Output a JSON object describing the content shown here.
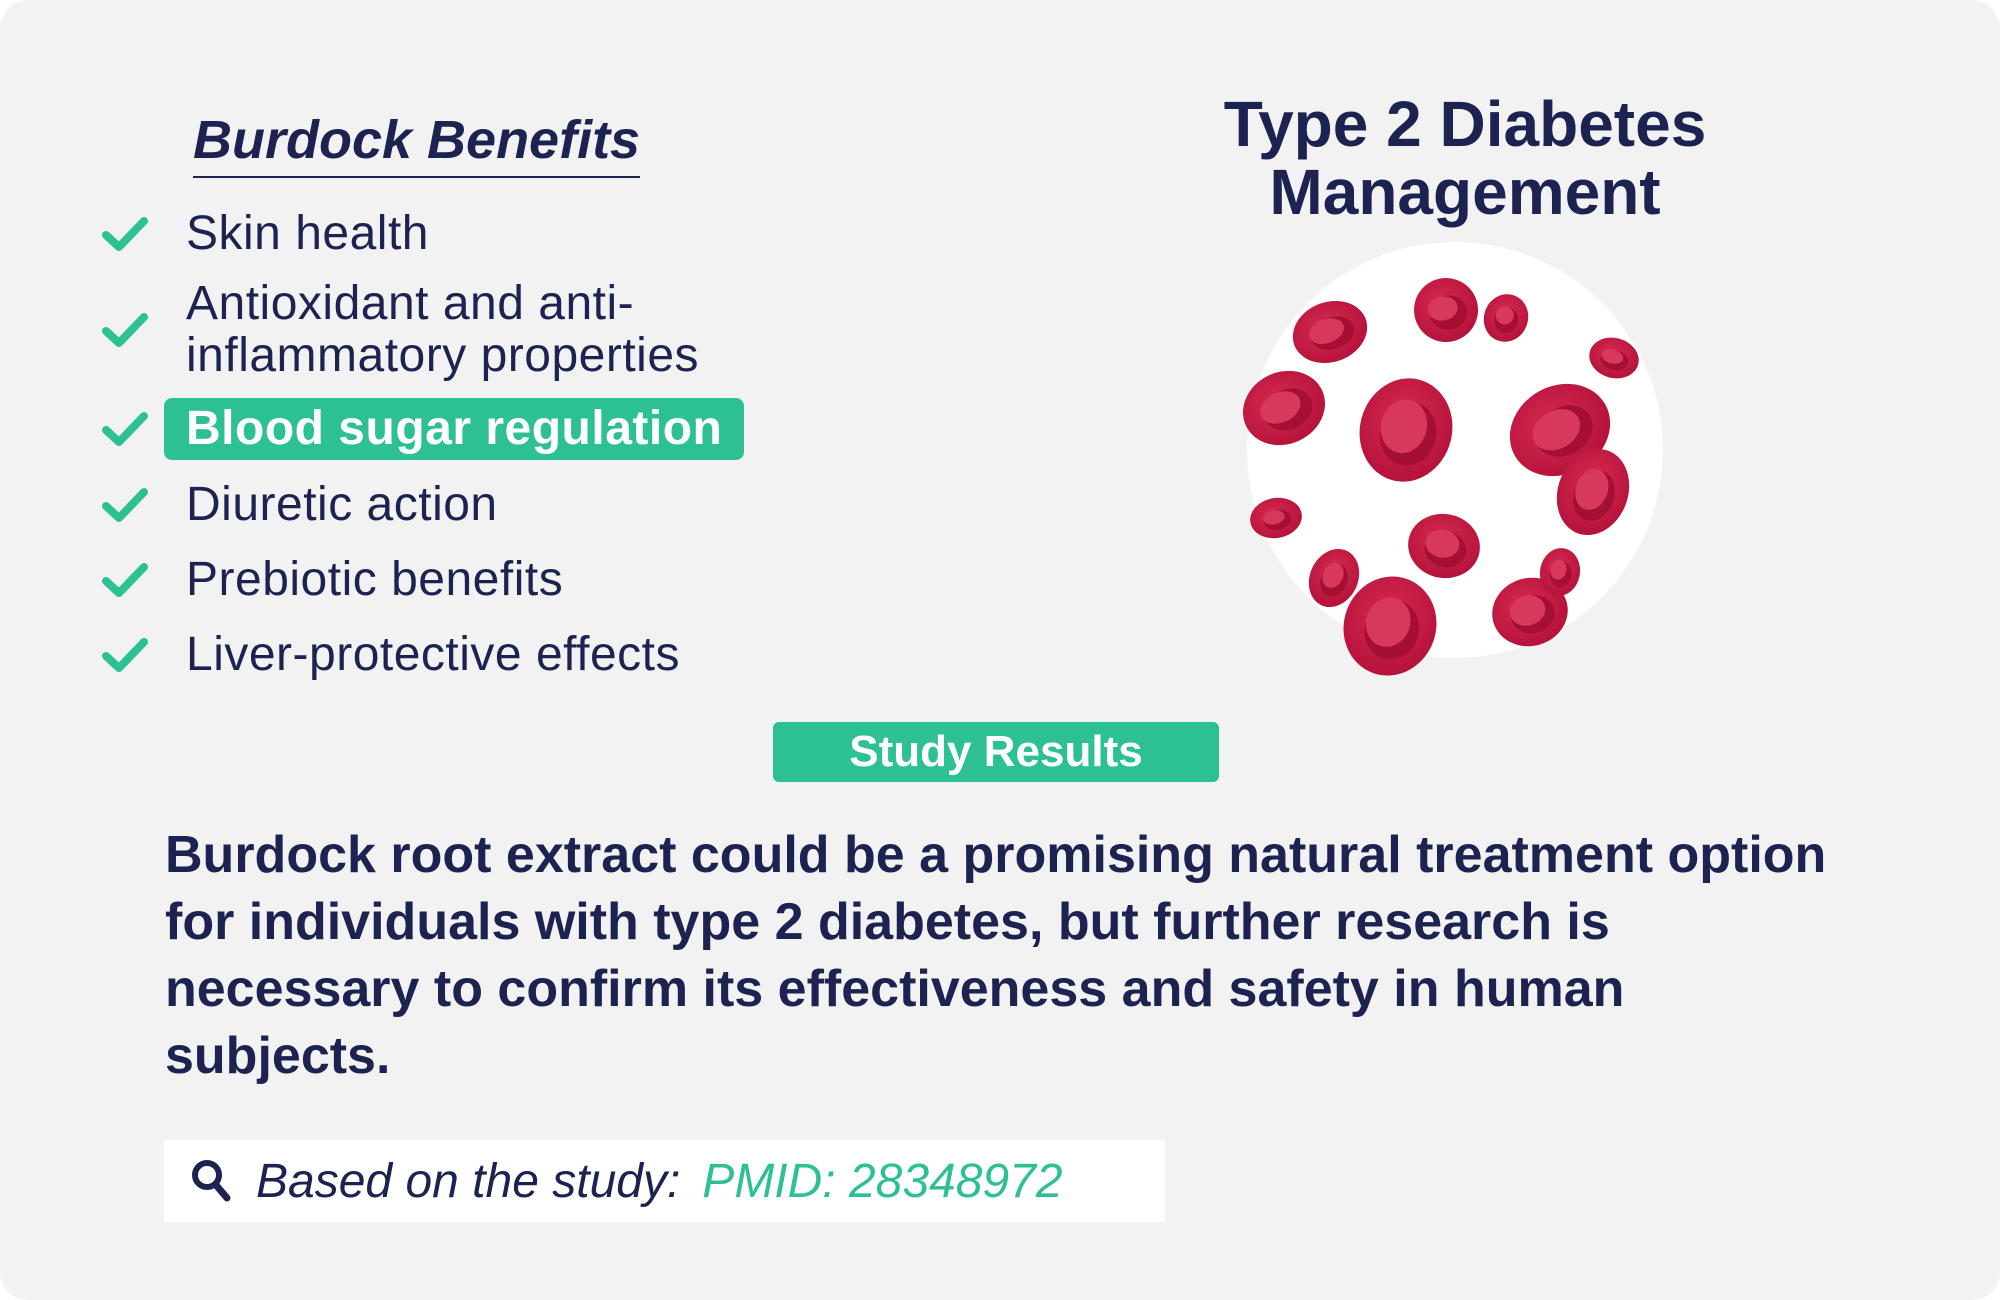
{
  "benefits": {
    "title": "Burdock Benefits",
    "items": [
      {
        "label": "Skin health"
      },
      {
        "label": "Antioxidant and anti-inflammatory properties"
      },
      {
        "label": "Blood sugar regulation",
        "highlighted": true
      },
      {
        "label": "Diuretic action"
      },
      {
        "label": "Prebiotic benefits"
      },
      {
        "label": "Liver-protective effects"
      }
    ],
    "check_icon": "check-icon"
  },
  "condition": {
    "title": "Type 2 Diabetes Management",
    "illustration": "red-blood-cells-illustration"
  },
  "study": {
    "badge": "Study Results",
    "summary": "Burdock root extract could be a promising natural treatment option for individuals with type 2 diabetes, but further research is necessary to confirm its effectiveness and safety in human subjects."
  },
  "source": {
    "label": "Based on the study:",
    "id": "PMID: 28348972",
    "icon": "search-icon"
  },
  "colors": {
    "accent": "#2dc093",
    "text": "#1d2351",
    "background": "#f2f2f2",
    "cell": "#c4163f"
  }
}
